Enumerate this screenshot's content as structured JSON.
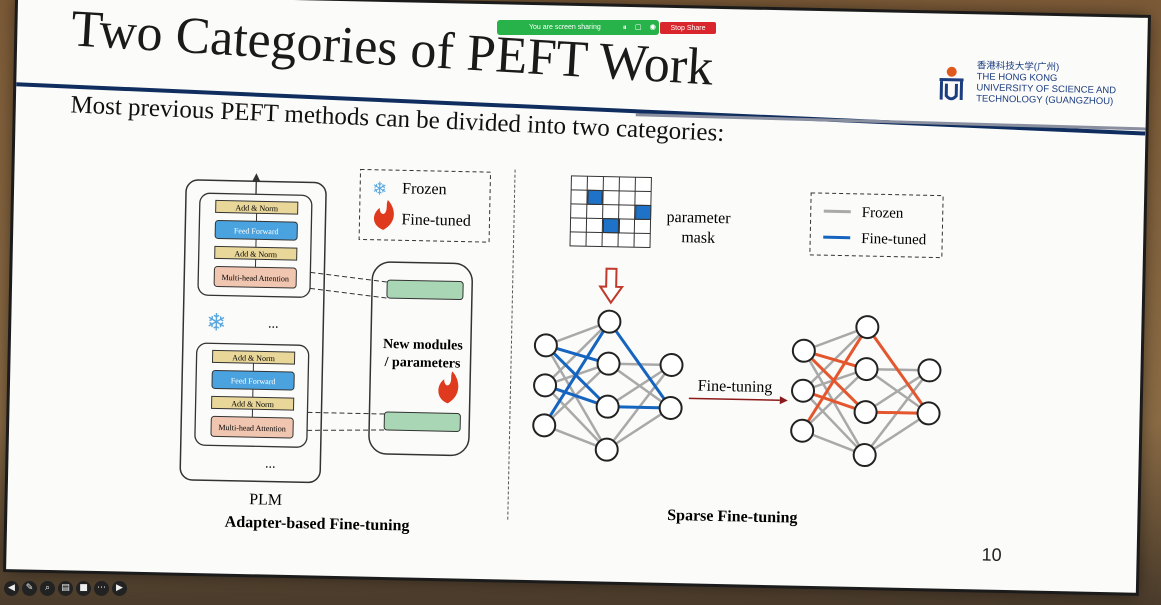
{
  "slide": {
    "title": "Two Categories of PEFT Work",
    "subtitle": "Most previous PEFT methods can be divided into two categories:",
    "page_number": "10"
  },
  "logo": {
    "line1": "香港科技大学(广州)",
    "line2": "THE HONG KONG",
    "line3": "UNIVERSITY OF SCIENCE AND",
    "line4": "TECHNOLOGY (GUANGZHOU)"
  },
  "adapter": {
    "legend_frozen": "Frozen",
    "legend_finetuned": "Fine-tuned",
    "add_norm": "Add & Norm",
    "feed_forward": "Feed Forward",
    "attention": "Multi-head Attention",
    "ellipsis": "...",
    "new_modules_line1": "New modules",
    "new_modules_line2": "/ parameters",
    "plm_label": "PLM",
    "caption": "Adapter-based Fine-tuning"
  },
  "sparse": {
    "param_line1": "parameter",
    "param_line2": "mask",
    "legend_frozen": "Frozen",
    "legend_finetuned": "Fine-tuned",
    "arrow_label": "Fine-tuning",
    "caption": "Sparse Fine-tuning"
  },
  "screen_share": {
    "status": "You are screen sharing",
    "stop_label": "Stop Share"
  },
  "colors": {
    "frozen": "#a9a9a9",
    "finetuned_blue": "#1565c0",
    "finetuned_red": "#e4572e",
    "title_rule": "#0f2d5e"
  }
}
